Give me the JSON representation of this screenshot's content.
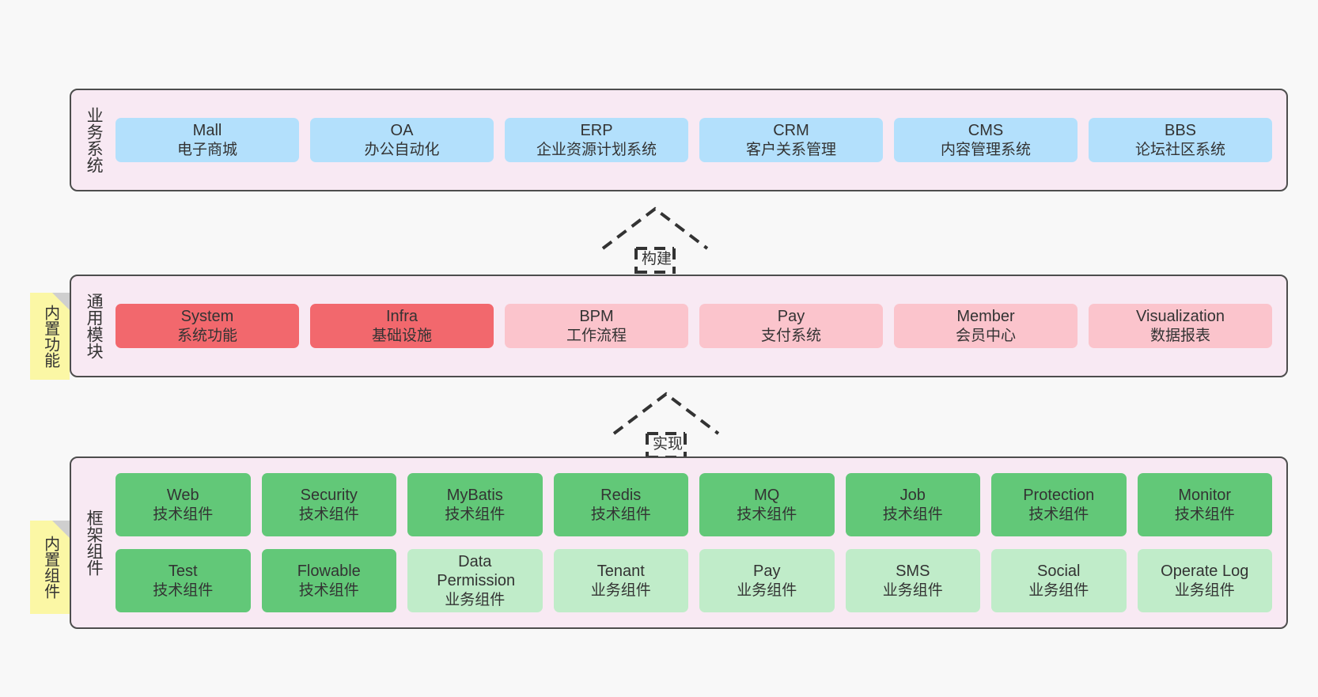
{
  "diagram": {
    "background": "#f8f8f8",
    "colors": {
      "band_fill": "#f8e9f3",
      "band_border": "#4d4d4d",
      "business": "#b3e0fc",
      "module_core": "#f2686d",
      "module_plain": "#fbc4cc",
      "component_tech": "#62c878",
      "component_biz": "#c0ecc9",
      "note": "#fbf7a5",
      "note_fold": "#cfcfcf",
      "text": "#333333"
    },
    "layers": [
      {
        "id": "business-systems",
        "caption": "业务系统",
        "rows": [
          [
            {
              "title": "Mall",
              "sub": "电子商城",
              "style": "c-blue"
            },
            {
              "title": "OA",
              "sub": "办公自动化",
              "style": "c-blue"
            },
            {
              "title": "ERP",
              "sub": "企业资源计划系统",
              "style": "c-blue"
            },
            {
              "title": "CRM",
              "sub": "客户关系管理",
              "style": "c-blue"
            },
            {
              "title": "CMS",
              "sub": "内容管理系统",
              "style": "c-blue"
            },
            {
              "title": "BBS",
              "sub": "论坛社区系统",
              "style": "c-blue"
            }
          ]
        ]
      },
      {
        "id": "common-modules",
        "caption": "通用模块",
        "note": "内置功能",
        "rows": [
          [
            {
              "title": "System",
              "sub": "系统功能",
              "style": "c-red"
            },
            {
              "title": "Infra",
              "sub": "基础设施",
              "style": "c-red"
            },
            {
              "title": "BPM",
              "sub": "工作流程",
              "style": "c-pink"
            },
            {
              "title": "Pay",
              "sub": "支付系统",
              "style": "c-pink"
            },
            {
              "title": "Member",
              "sub": "会员中心",
              "style": "c-pink"
            },
            {
              "title": "Visualization",
              "sub": "数据报表",
              "style": "c-pink"
            }
          ]
        ]
      },
      {
        "id": "framework-components",
        "caption": "框架组件",
        "note": "内置组件",
        "rows": [
          [
            {
              "title": "Web",
              "sub": "技术组件",
              "style": "c-green"
            },
            {
              "title": "Security",
              "sub": "技术组件",
              "style": "c-green"
            },
            {
              "title": "MyBatis",
              "sub": "技术组件",
              "style": "c-green"
            },
            {
              "title": "Redis",
              "sub": "技术组件",
              "style": "c-green"
            },
            {
              "title": "MQ",
              "sub": "技术组件",
              "style": "c-green"
            },
            {
              "title": "Job",
              "sub": "技术组件",
              "style": "c-green"
            },
            {
              "title": "Protection",
              "sub": "技术组件",
              "style": "c-green"
            },
            {
              "title": "Monitor",
              "sub": "技术组件",
              "style": "c-green"
            }
          ],
          [
            {
              "title": "Test",
              "sub": "技术组件",
              "style": "c-green"
            },
            {
              "title": "Flowable",
              "sub": "技术组件",
              "style": "c-green"
            },
            {
              "title": "Data Permission",
              "sub": "业务组件",
              "style": "c-greenlight"
            },
            {
              "title": "Tenant",
              "sub": "业务组件",
              "style": "c-greenlight"
            },
            {
              "title": "Pay",
              "sub": "业务组件",
              "style": "c-greenlight"
            },
            {
              "title": "SMS",
              "sub": "业务组件",
              "style": "c-greenlight"
            },
            {
              "title": "Social",
              "sub": "业务组件",
              "style": "c-greenlight"
            },
            {
              "title": "Operate Log",
              "sub": "业务组件",
              "style": "c-greenlight"
            }
          ]
        ]
      }
    ],
    "arrows": [
      {
        "id": "arrow-build",
        "label": "构建"
      },
      {
        "id": "arrow-implement",
        "label": "实现"
      }
    ]
  }
}
